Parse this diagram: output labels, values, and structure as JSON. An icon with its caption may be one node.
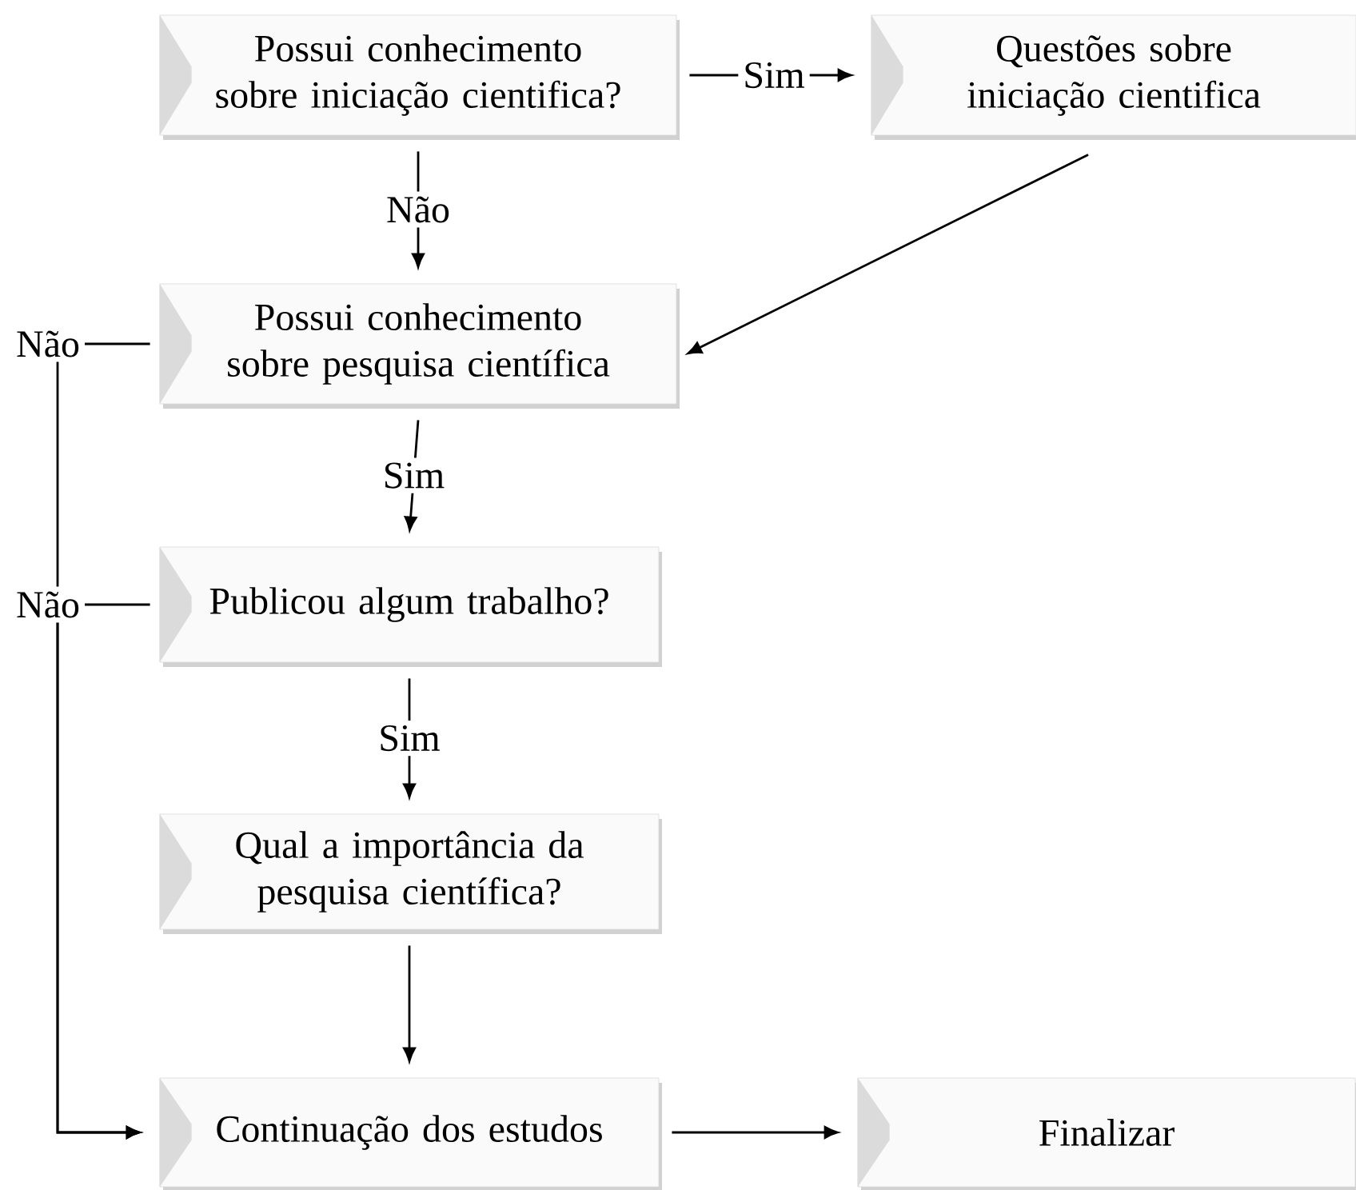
{
  "diagram": {
    "nodes": [
      {
        "text": [
          "Possui conhecimento sobre iniciação cientifica?"
        ]
      },
      {
        "text": [
          "Questões sobre iniciação cientifica"
        ]
      },
      {
        "text": [
          "Possui conhecimento sobre pesquisa científica"
        ]
      },
      {
        "text": [
          "Publicou algum trabalho?"
        ]
      },
      {
        "text": [
          "Qual a importância da pesquisa científica?"
        ]
      },
      {
        "text": [
          "Continuação dos estudos"
        ]
      },
      {
        "text": [
          "Finalizar"
        ]
      }
    ],
    "edges": [
      {
        "from": 0,
        "to": 1,
        "arrow": "to",
        "label": "Sim"
      },
      {
        "from": 0,
        "to": 2,
        "arrow": "to",
        "label": "Não"
      },
      {
        "from": 1,
        "to": 2,
        "arrow": "to"
      },
      {
        "from": 2,
        "to": 3,
        "arrow": "to",
        "label": "Sim"
      },
      {
        "from": 2,
        "to": 5,
        "arrow": "to",
        "label": "Não"
      },
      {
        "from": 3,
        "to": 4,
        "arrow": "to",
        "label": "Sim"
      },
      {
        "from": 3,
        "to": 5,
        "arrow": "to",
        "label": "Não"
      },
      {
        "from": 4,
        "to": 5,
        "arrow": "to"
      },
      {
        "from": 5,
        "to": 6,
        "arrow": "to"
      }
    ]
  }
}
